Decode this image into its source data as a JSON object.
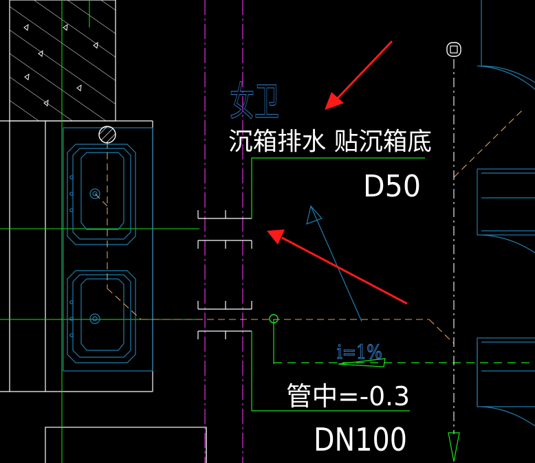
{
  "drawing": {
    "background_color": "#000000",
    "colors": {
      "wall": "#ffffff",
      "axis_green": "#19e619",
      "axis_magenta": "#e632e6",
      "fixture_cyan": "#1e7fb0",
      "pipe_orange": "#e0a060",
      "marker_red": "#ff1a1a",
      "text_white": "#ffffff",
      "text_blue": "#2b6fb3"
    },
    "labels": {
      "room_name": "女卫",
      "drain_note": "沉箱排水 贴沉箱底",
      "small_pipe": "D50",
      "pipe_center": "管中=-0.3",
      "large_pipe": "DN100",
      "slope": "i=1%"
    },
    "icons": {
      "riser_top": "square-circle-icon",
      "riser_left": "hatched-circle-icon",
      "floor_drain": "green-circle-icon",
      "arrow": "red-arrow-icon",
      "slope_arrow": "slope-arrow-icon",
      "end_marker": "triangle-icon"
    }
  }
}
